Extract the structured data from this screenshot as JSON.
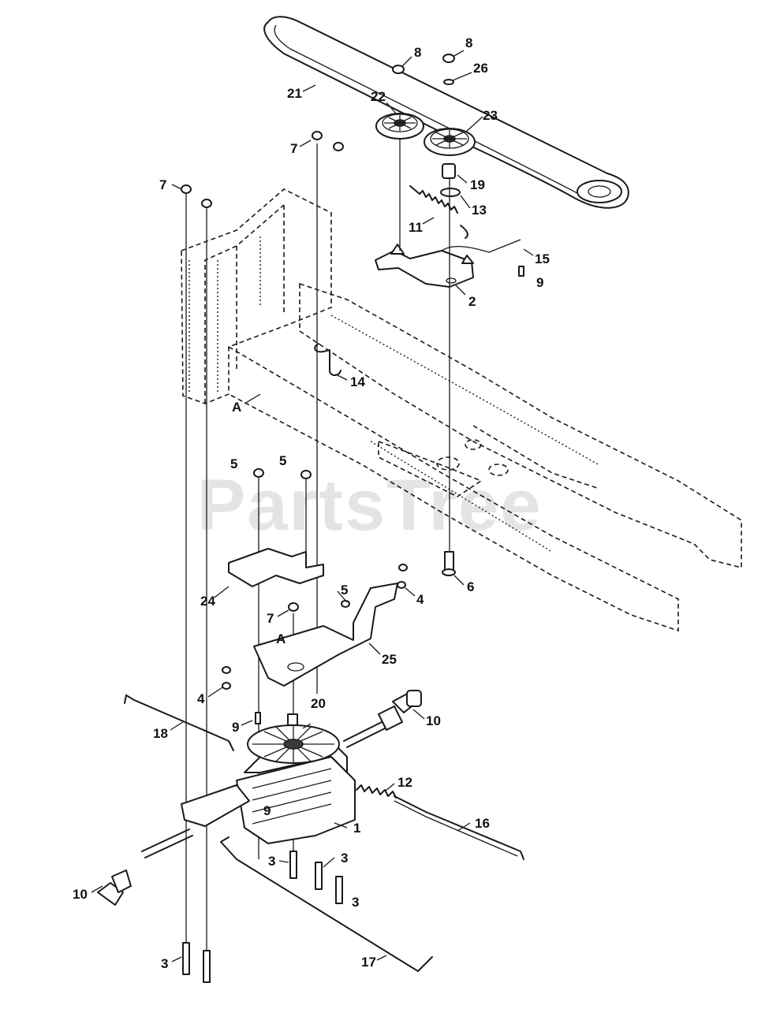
{
  "watermark": "PartsTree",
  "callouts": [
    {
      "id": "c-8a",
      "text": "8"
    },
    {
      "id": "c-8b",
      "text": "8"
    },
    {
      "id": "c-26",
      "text": "26"
    },
    {
      "id": "c-21",
      "text": "21"
    },
    {
      "id": "c-22",
      "text": "22"
    },
    {
      "id": "c-23",
      "text": "23"
    },
    {
      "id": "c-7a",
      "text": "7"
    },
    {
      "id": "c-7b",
      "text": "7"
    },
    {
      "id": "c-19",
      "text": "19"
    },
    {
      "id": "c-13",
      "text": "13"
    },
    {
      "id": "c-11",
      "text": "11"
    },
    {
      "id": "c-15",
      "text": "15"
    },
    {
      "id": "c-9a",
      "text": "9"
    },
    {
      "id": "c-2",
      "text": "2"
    },
    {
      "id": "c-14",
      "text": "14"
    },
    {
      "id": "c-Aa",
      "text": "A"
    },
    {
      "id": "c-5a",
      "text": "5"
    },
    {
      "id": "c-5b",
      "text": "5"
    },
    {
      "id": "c-6",
      "text": "6"
    },
    {
      "id": "c-4a",
      "text": "4"
    },
    {
      "id": "c-24",
      "text": "24"
    },
    {
      "id": "c-5c",
      "text": "5"
    },
    {
      "id": "c-7c",
      "text": "7"
    },
    {
      "id": "c-Ab",
      "text": "A"
    },
    {
      "id": "c-25",
      "text": "25"
    },
    {
      "id": "c-4b",
      "text": "4"
    },
    {
      "id": "c-20",
      "text": "20"
    },
    {
      "id": "c-10a",
      "text": "10"
    },
    {
      "id": "c-9b",
      "text": "9"
    },
    {
      "id": "c-18",
      "text": "18"
    },
    {
      "id": "c-12",
      "text": "12"
    },
    {
      "id": "c-9c",
      "text": "9"
    },
    {
      "id": "c-1",
      "text": "1"
    },
    {
      "id": "c-16",
      "text": "16"
    },
    {
      "id": "c-3a",
      "text": "3"
    },
    {
      "id": "c-3b",
      "text": "3"
    },
    {
      "id": "c-3c",
      "text": "3"
    },
    {
      "id": "c-10b",
      "text": "10"
    },
    {
      "id": "c-3d",
      "text": "3"
    },
    {
      "id": "c-17",
      "text": "17"
    }
  ]
}
